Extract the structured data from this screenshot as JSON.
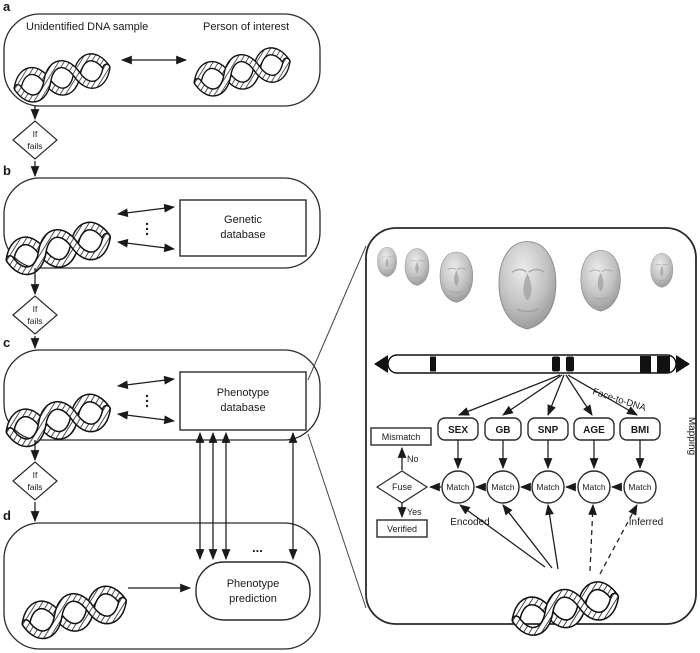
{
  "figure": {
    "panel_a": {
      "label": "a",
      "left_title": "Unidentified DNA sample",
      "right_title": "Person of interest"
    },
    "panel_b": {
      "label": "b",
      "database": [
        "Genetic",
        "database"
      ]
    },
    "panel_c": {
      "label": "c",
      "database": [
        "Phenotype",
        "database"
      ]
    },
    "panel_d": {
      "label": "d",
      "prediction": [
        "Phenotype",
        "prediction"
      ],
      "ellipsis": "..."
    },
    "if_fails": [
      "If",
      "fails"
    ],
    "inset": {
      "face_to_dna_label": "Face-to-DNA",
      "mapping_label": "Mapping",
      "trait_boxes": [
        "SEX",
        "GB",
        "SNP",
        "AGE",
        "BMI"
      ],
      "match_label": "Match",
      "mismatch_label": "Mismatch",
      "no_label": "No",
      "fuse_label": "Fuse",
      "yes_label": "Yes",
      "verified_label": "Verified",
      "encoded_label": "Encoded",
      "inferred_label": "Inferred"
    },
    "colors": {
      "ink": "#1a1a1a",
      "face_gray": "#b9b9b9",
      "background": "#ffffff"
    }
  }
}
